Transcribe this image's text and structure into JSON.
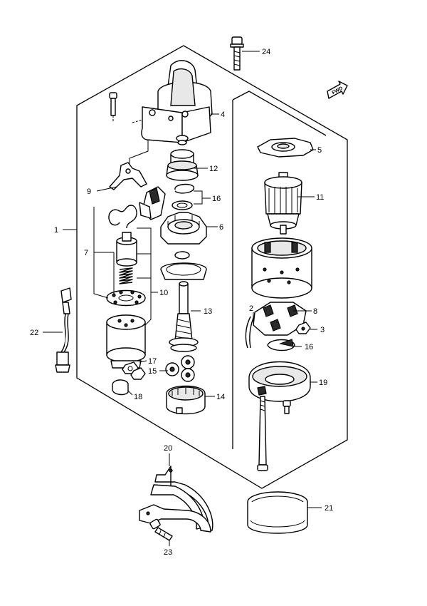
{
  "callouts": {
    "c1": "1",
    "c2": "2",
    "c3": "3",
    "c4": "4",
    "c5": "5",
    "c6": "6",
    "c7": "7",
    "c8": "8",
    "c9": "9",
    "c10": "10",
    "c11": "11",
    "c12": "12",
    "c13": "13",
    "c14": "14",
    "c15": "15",
    "c16a": "16",
    "c16b": "16",
    "c17": "17",
    "c18": "18",
    "c19": "19",
    "c20": "20",
    "c21": "21",
    "c22": "22",
    "c23": "23",
    "c24": "24"
  },
  "direction_arrow": {
    "label": "FWD"
  },
  "colors": {
    "line": "#000000",
    "background": "#ffffff",
    "shade": "#e8e8e8"
  }
}
